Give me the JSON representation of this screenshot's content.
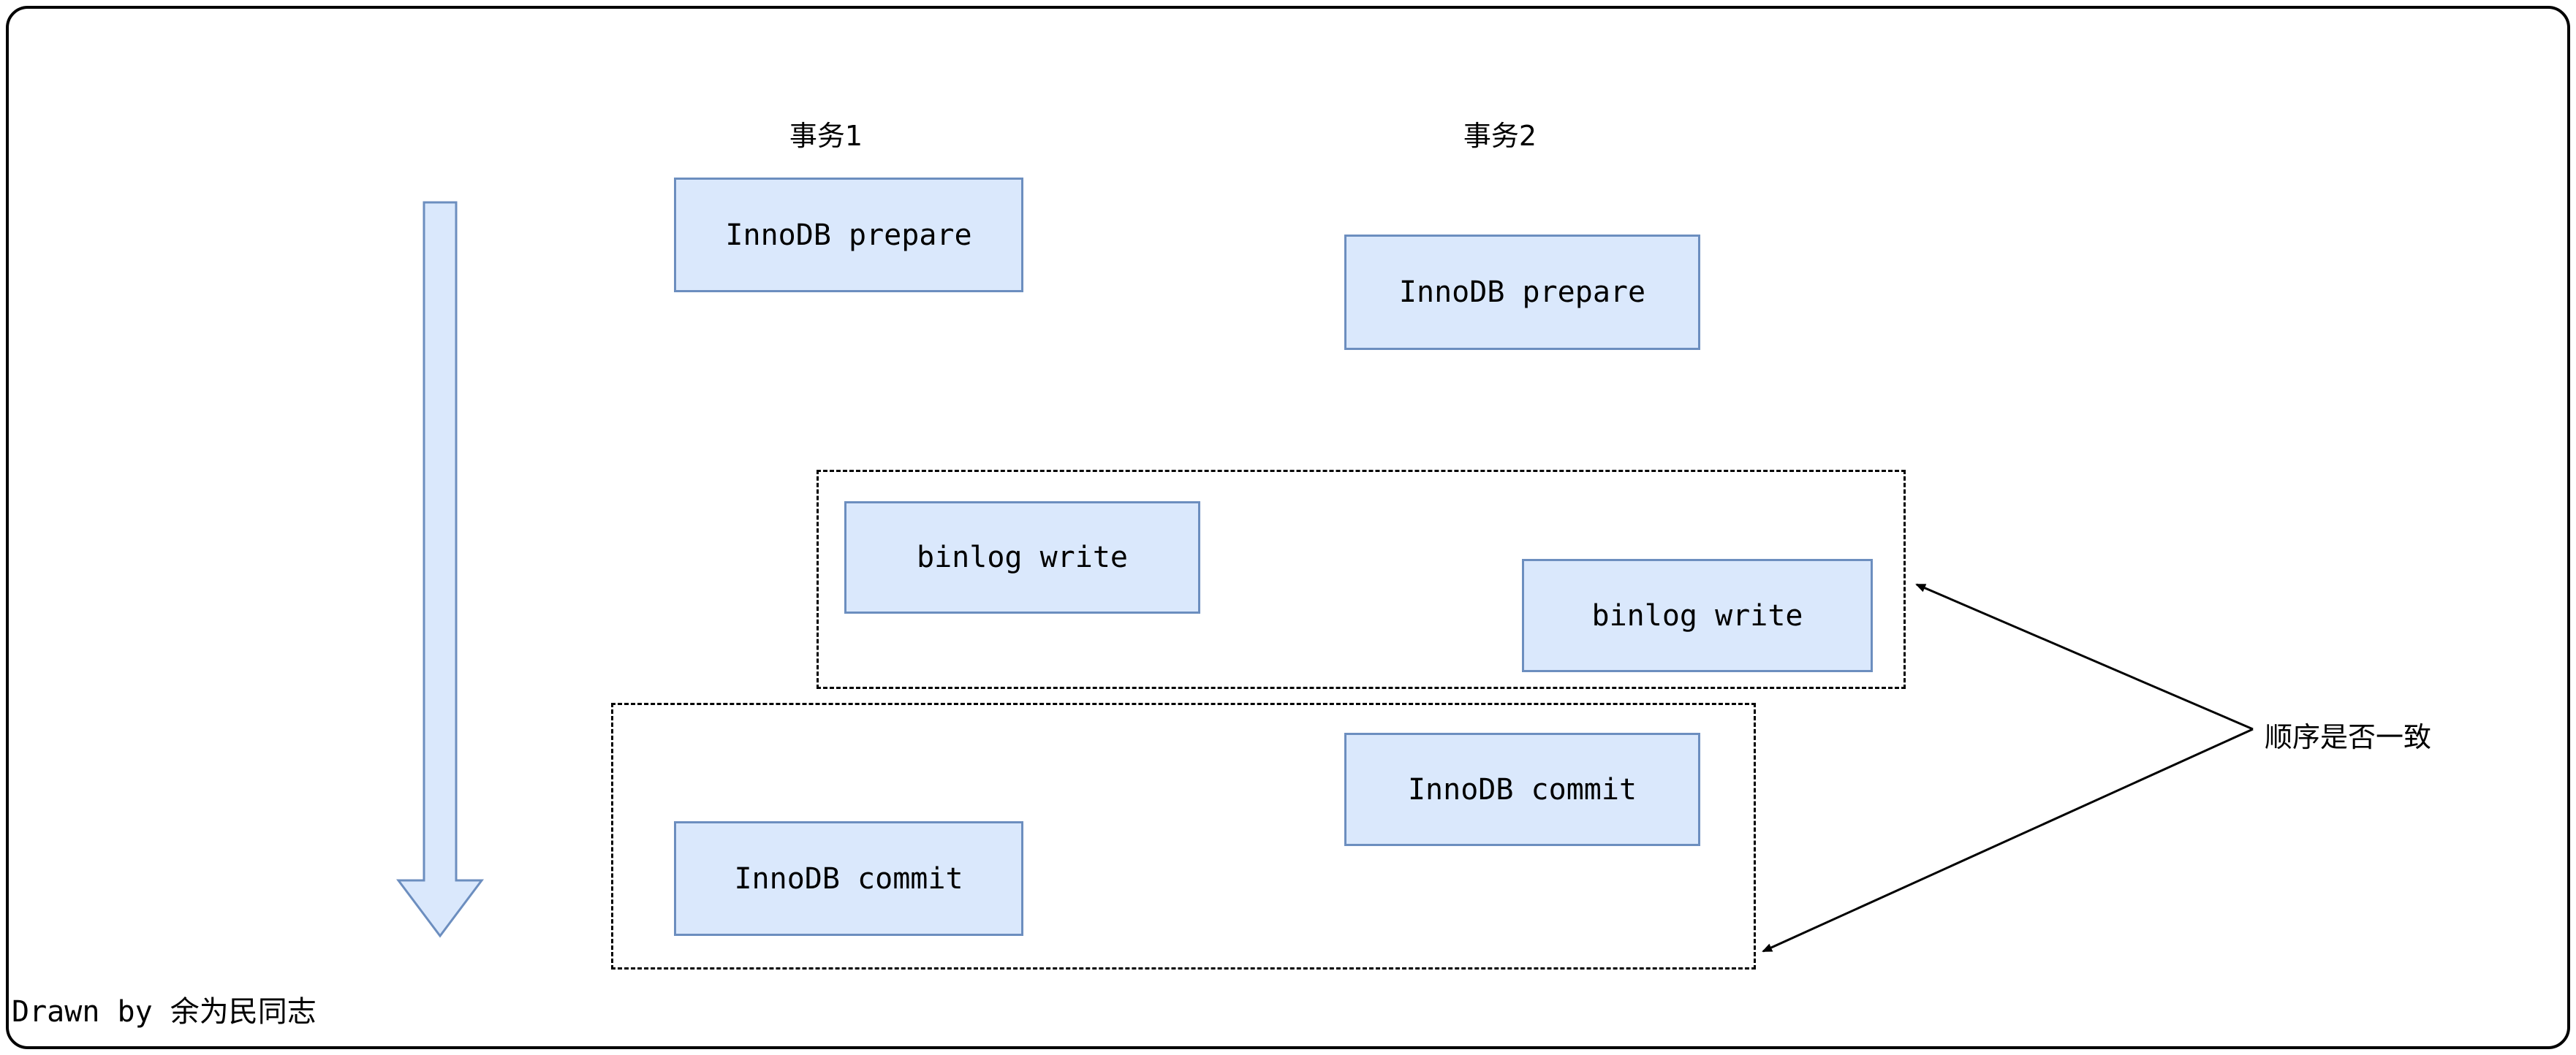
{
  "page": {
    "credit": "Drawn by 余为民同志"
  },
  "diagram": {
    "column_labels": [
      {
        "label": "事务1"
      },
      {
        "label": "事务2"
      }
    ],
    "nodes": [
      {
        "id": "txn1-innodb-prepare",
        "label": "InnoDB prepare"
      },
      {
        "id": "txn2-innodb-prepare",
        "label": "InnoDB prepare"
      },
      {
        "id": "txn1-binlog-write",
        "label": "binlog write"
      },
      {
        "id": "txn2-binlog-write",
        "label": "binlog write"
      },
      {
        "id": "txn2-innodb-commit",
        "label": "InnoDB commit"
      },
      {
        "id": "txn1-innodb-commit",
        "label": "InnoDB commit"
      }
    ],
    "annotation": {
      "label": "顺序是否一致"
    },
    "colors": {
      "node_fill": "#dae8fc",
      "node_border": "#6c8ebf",
      "group_border": "#000000",
      "time_arrow_fill": "#dae8fc",
      "annotation_arrow": "#000000"
    }
  }
}
